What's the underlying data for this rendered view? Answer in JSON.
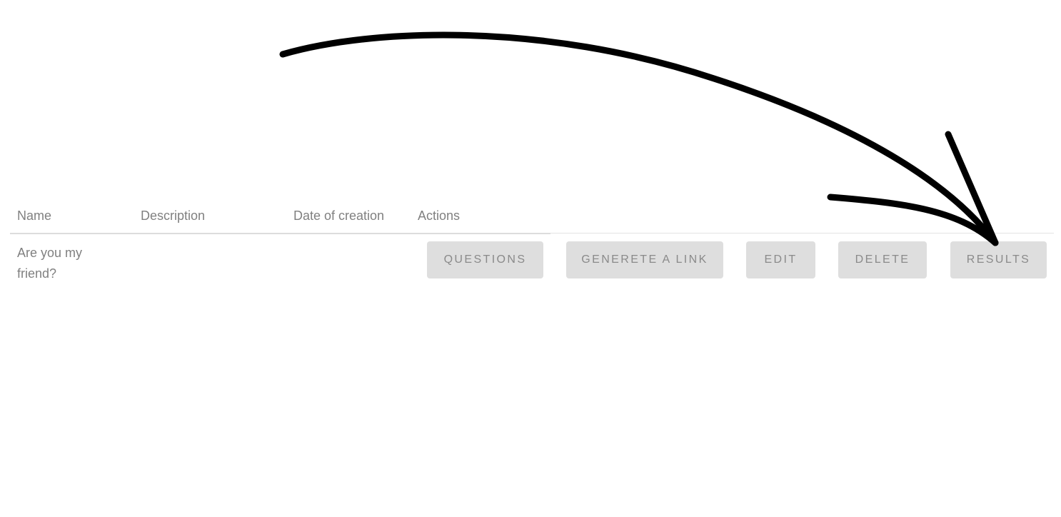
{
  "table": {
    "headers": {
      "name": "Name",
      "description": "Description",
      "date": "Date of creation",
      "actions": "Actions"
    },
    "rows": [
      {
        "name": "Are you my friend?",
        "description": "",
        "date": "",
        "actions": {
          "questions": "QUESTIONS",
          "generate_link": "GENERETE A LINK",
          "edit": "EDIT",
          "delete": "DELETE",
          "results": "RESULTS"
        }
      }
    ]
  },
  "annotation": {
    "type": "hand-drawn-arrow",
    "points_to": "results-button",
    "color": "#000000"
  },
  "colors": {
    "text": "#808080",
    "button_bg": "#dedede",
    "button_text": "#8a8a8a",
    "divider": "#dcdcdc"
  }
}
